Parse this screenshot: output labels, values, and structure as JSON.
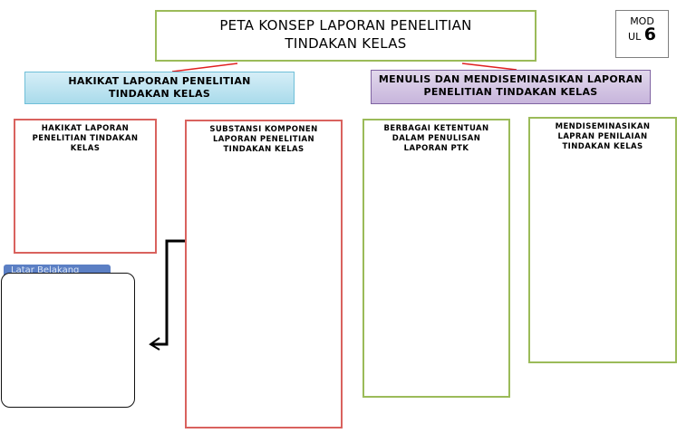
{
  "title": {
    "line1": "PETA KONSEP LAPORAN PENELITIAN",
    "line2": "TINDAKAN KELAS"
  },
  "module": {
    "line1": "MOD",
    "line2_prefix": "UL",
    "number": "6"
  },
  "sections": {
    "left": {
      "line1": "HAKIKAT LAPORAN PENELITIAN",
      "line2": "TINDAKAN KELAS"
    },
    "right": {
      "line1": "MENULIS DAN MENDISEMINASIKAN LAPORAN",
      "line2": "PENELITIAN TINDAKAN KELAS"
    }
  },
  "boxes": {
    "hakikat": {
      "line1": "HAKIKAT LAPORAN",
      "line2": "PENELITIAN TINDAKAN",
      "line3": "KELAS"
    },
    "substansi": {
      "line1": "SUBSTANSI KOMPONEN",
      "line2": "LAPORAN PENELITIAN",
      "line3": "TINDAKAN KELAS"
    },
    "ketentuan": {
      "line1": "BERBAGAI KETENTUAN",
      "line2": "DALAM PENULISAN",
      "line3": "LAPORAN PTK"
    },
    "diseminasi": {
      "line1": "MENDISEMINASIKAN",
      "line2": "LAPRAN PENILAIAN",
      "line3": "TINDAKAN KELAS"
    }
  },
  "tab_label": "Latar Belakang",
  "colors": {
    "green_border": "#9bbb59",
    "red_border": "#d9625e",
    "blue_header": "#a9dbeb",
    "purple_header": "#c7b5dc",
    "connector_red": "#e02020"
  }
}
